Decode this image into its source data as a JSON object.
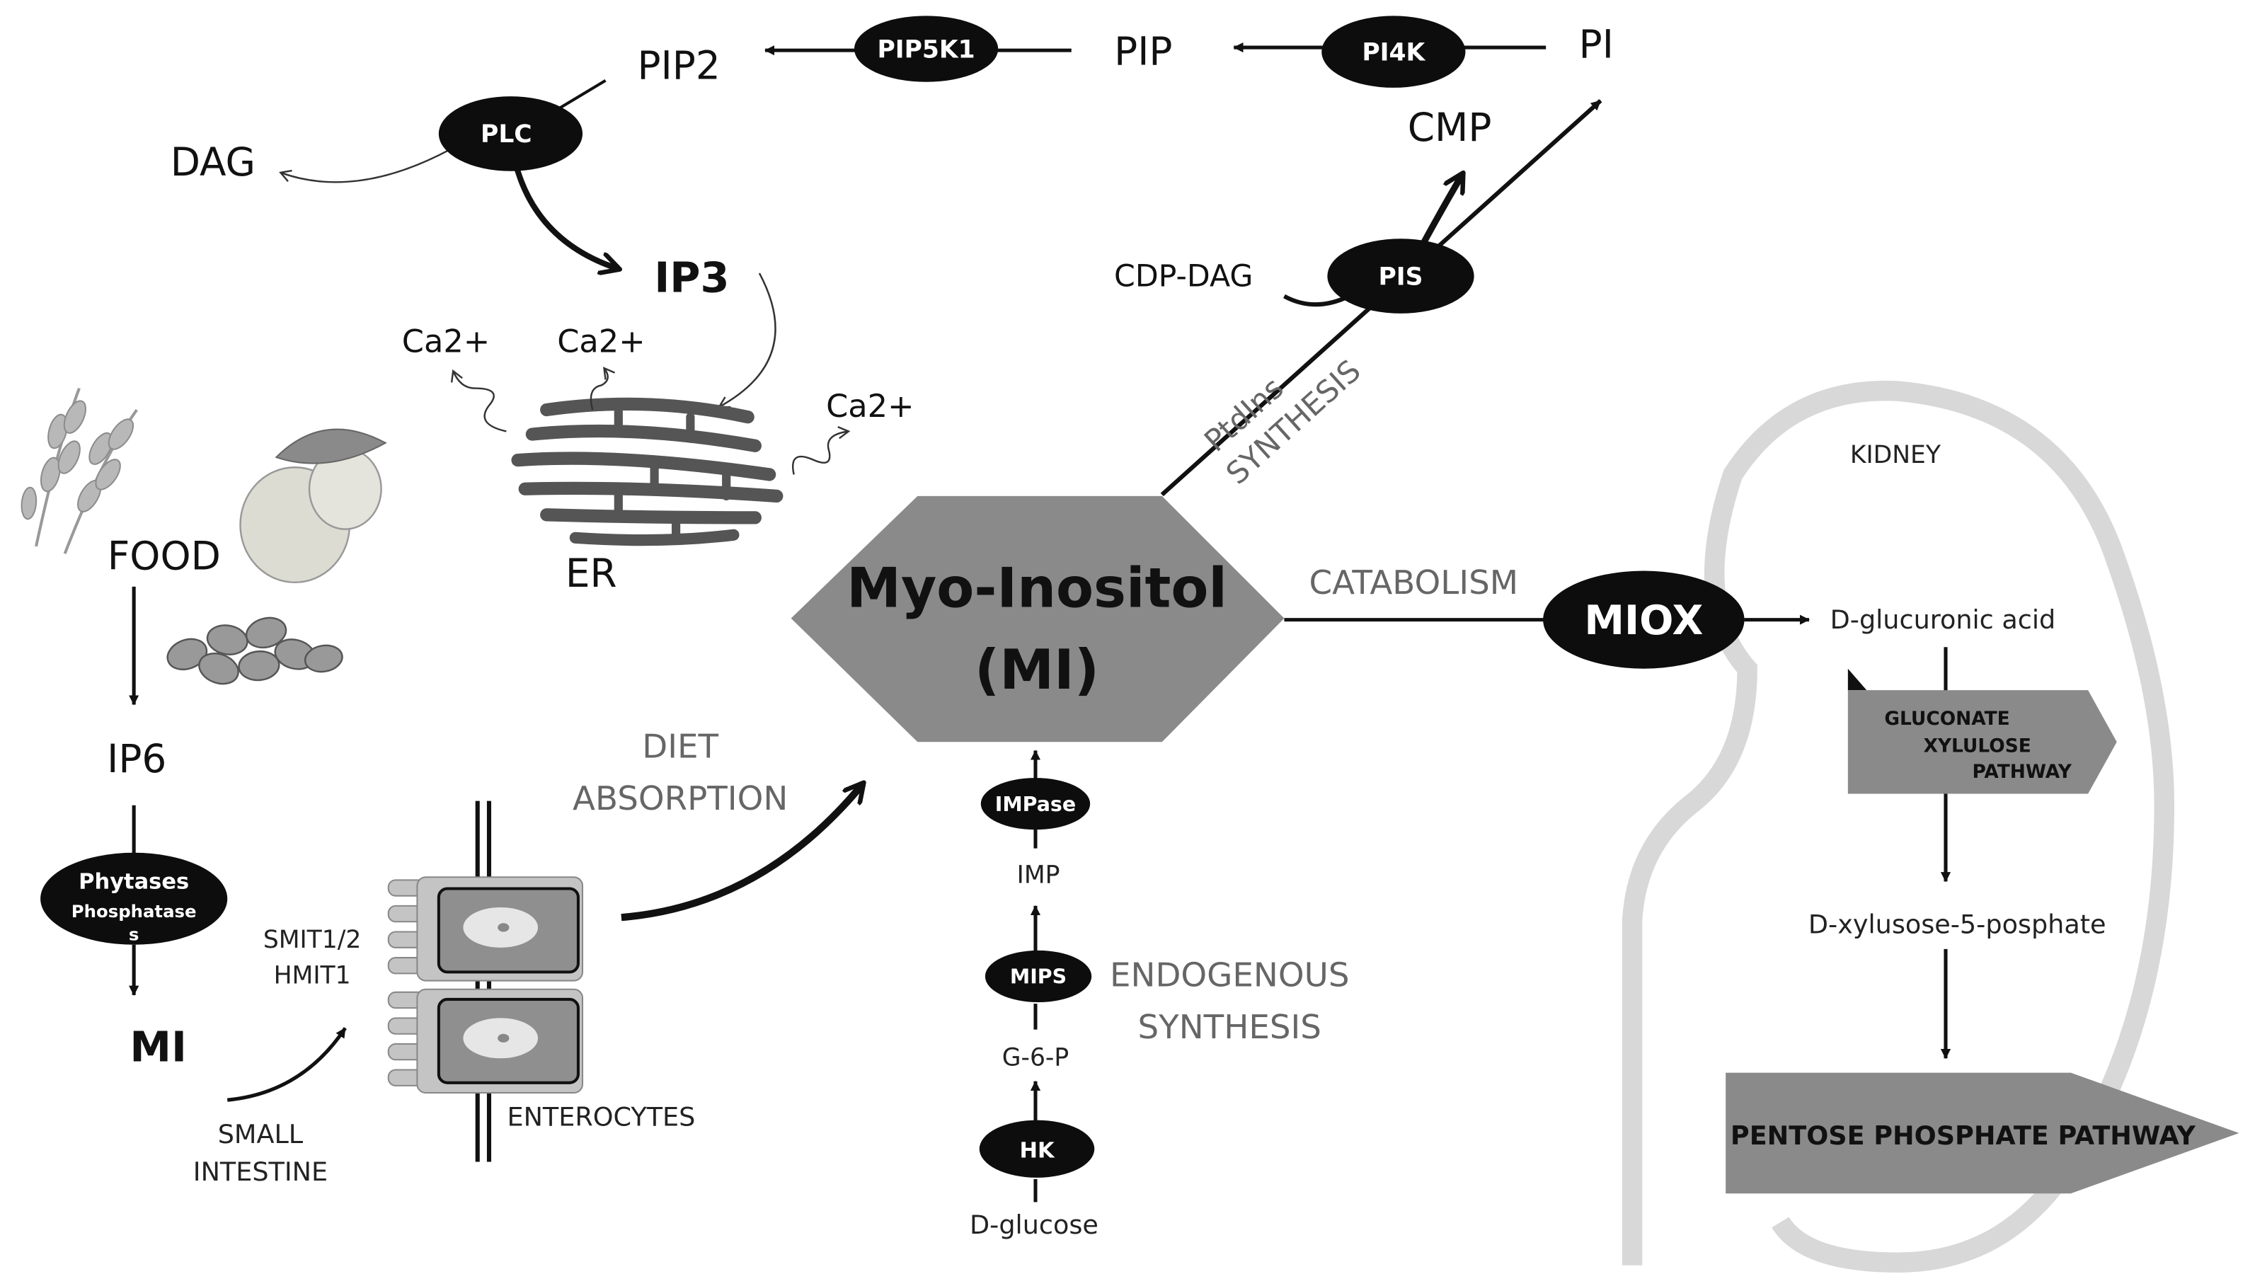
{
  "center": {
    "line1": "Myo-Inositol",
    "line2": "(MI)"
  },
  "phospho": {
    "pip2": "PIP2",
    "pip": "PIP",
    "pi": "PI",
    "pip5k1": "PIP5K1",
    "pi4k": "PI4K",
    "plc": "PLC",
    "dag": "DAG",
    "ip3": "IP3",
    "cmp": "CMP",
    "cdp_dag": "CDP-DAG",
    "pis": "PIS",
    "ptdins_line1": "PtdIns",
    "ptdins_line2": "SYNTHESIS"
  },
  "er": {
    "ca_left": "Ca2+",
    "ca_mid": "Ca2+",
    "ca_right": "Ca2+",
    "label": "ER"
  },
  "diet": {
    "food": "FOOD",
    "ip6": "IP6",
    "phytases": "Phytases",
    "phosphatase_1": "Phosphatase",
    "phosphatase_2": "s",
    "mi": "MI",
    "small_intestine_1": "SMALL",
    "small_intestine_2": "INTESTINE",
    "smit": "SMIT1/2",
    "hmit": "HMIT1",
    "enterocytes": "ENTEROCYTES",
    "diet_label": "DIET",
    "absorption_label": "ABSORPTION"
  },
  "endogenous": {
    "impase": "IMPase",
    "imp": "IMP",
    "mips": "MIPS",
    "g6p": "G-6-P",
    "hk": "HK",
    "dglucose": "D-glucose",
    "label_1": "ENDOGENOUS",
    "label_2": "SYNTHESIS"
  },
  "catabolism": {
    "label": "CATABOLISM",
    "miox": "MIOX",
    "kidney": "KIDNEY",
    "glucuronic": "D-glucuronic acid",
    "gxp_1": "GLUCONATE",
    "gxp_2": "XYLULOSE",
    "gxp_3": "PATHWAY",
    "xylulose": "D-xylusose-5-posphate",
    "ppp": "PENTOSE PHOSPHATE PATHWAY"
  }
}
